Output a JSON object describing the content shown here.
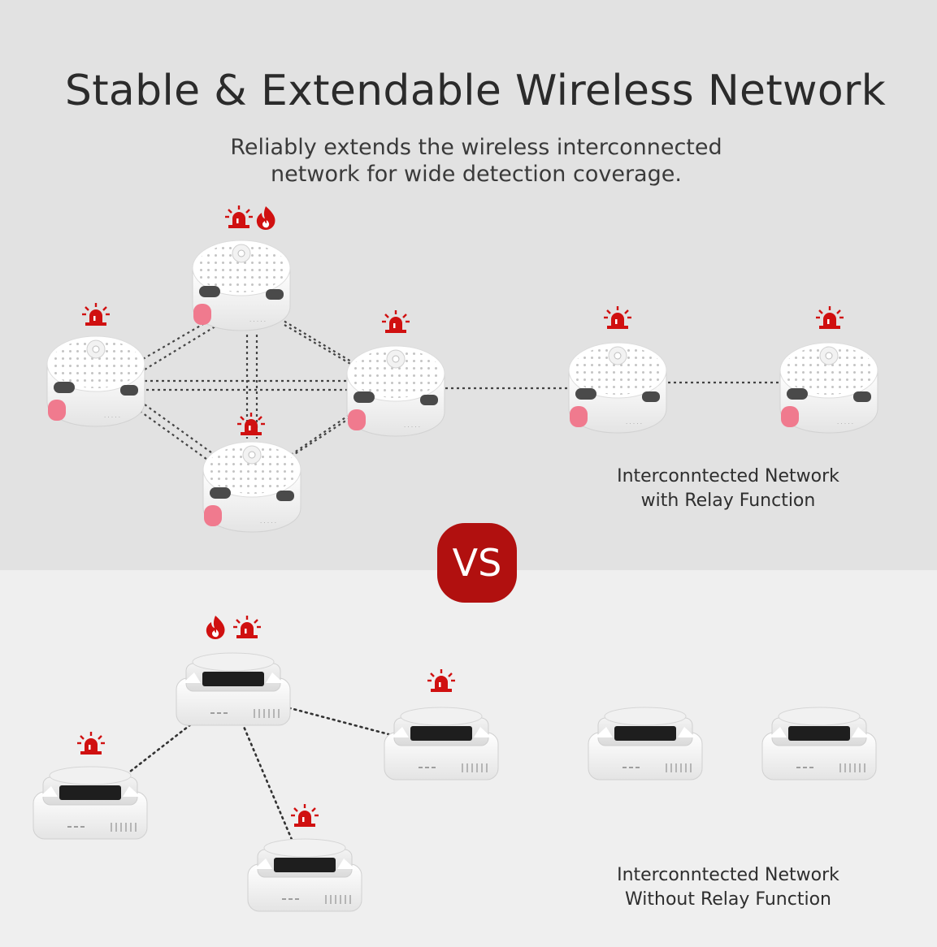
{
  "header": {
    "title": "Stable & Extendable Wireless Network",
    "subtitle_line1": "Reliably extends the wireless interconnected",
    "subtitle_line2": "network for wide detection coverage."
  },
  "relay_section": {
    "caption_line1": "Interconntected Network",
    "caption_line2": "with Relay Function",
    "nodes": [
      {
        "id": "top",
        "icons": [
          "alarm-icon",
          "flame-icon"
        ]
      },
      {
        "id": "left",
        "icons": [
          "alarm-icon"
        ]
      },
      {
        "id": "center",
        "icons": [
          "alarm-icon"
        ]
      },
      {
        "id": "bottom",
        "icons": [
          "alarm-icon"
        ]
      },
      {
        "id": "far-mid",
        "icons": [
          "alarm-icon"
        ]
      },
      {
        "id": "far-right",
        "icons": [
          "alarm-icon"
        ]
      }
    ]
  },
  "vs_badge": {
    "label": "VS"
  },
  "no_relay_section": {
    "caption_line1": "Interconntected Network",
    "caption_line2": "Without Relay Function",
    "nodes": [
      {
        "id": "top",
        "icons": [
          "flame-icon",
          "alarm-icon"
        ]
      },
      {
        "id": "left",
        "icons": [
          "alarm-icon"
        ]
      },
      {
        "id": "right",
        "icons": [
          "alarm-icon"
        ]
      },
      {
        "id": "bottom",
        "icons": [
          "alarm-icon"
        ]
      },
      {
        "id": "isolated-1",
        "icons": []
      },
      {
        "id": "isolated-2",
        "icons": []
      }
    ]
  },
  "colors": {
    "alert_red": "#d01010",
    "badge_red": "#b1100f",
    "accent_pink": "#f07a8e"
  }
}
